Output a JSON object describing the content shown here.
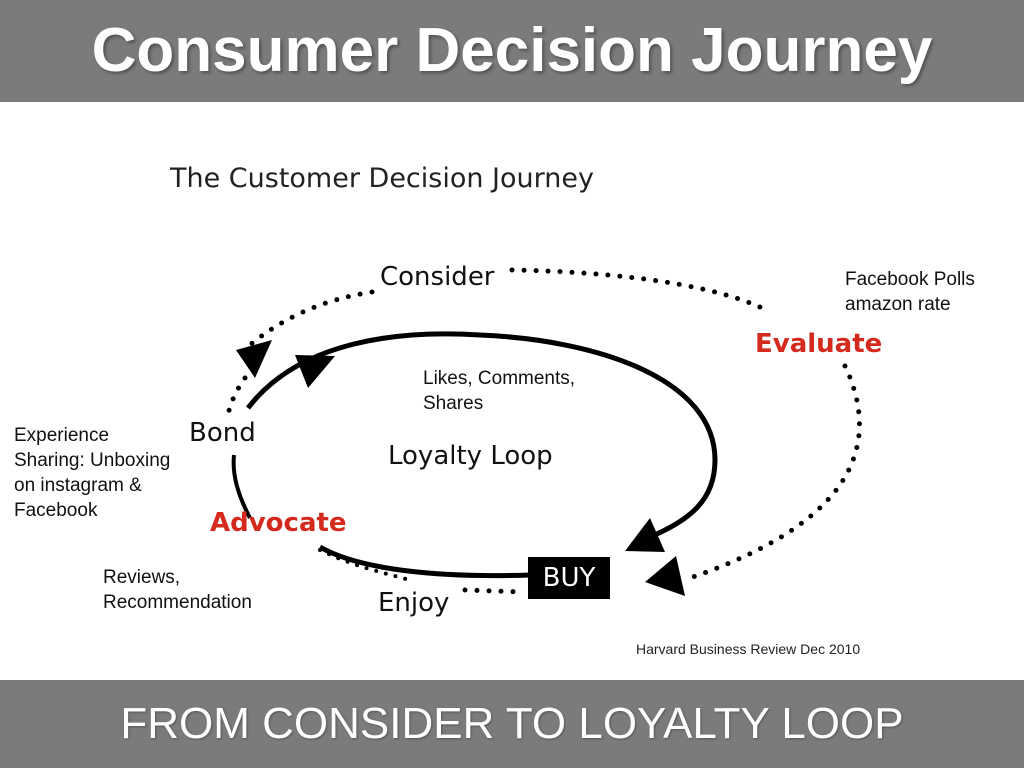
{
  "header": {
    "title": "Consumer Decision Journey"
  },
  "footer": {
    "subtitle": "FROM CONSIDER TO LOYALTY LOOP"
  },
  "diagram": {
    "title": "The Customer Decision Journey",
    "stages": {
      "consider": "Consider",
      "evaluate": "Evaluate",
      "buy": "BUY",
      "enjoy": "Enjoy",
      "advocate": "Advocate",
      "bond": "Bond"
    },
    "center_label": "Loyalty Loop",
    "source": "Harvard Business Review Dec 2010",
    "colors": {
      "highlight": "#d42a1e",
      "band": "#7b7b7b"
    }
  },
  "notes": {
    "evaluate": [
      "Facebook Polls",
      "amazon rate"
    ],
    "loop": [
      "Likes, Comments,",
      "Shares"
    ],
    "bond": [
      "Experience",
      "Sharing: Unboxing",
      "on instagram &",
      "Facebook"
    ],
    "advocate": [
      "Reviews,",
      "Recommendation"
    ]
  }
}
